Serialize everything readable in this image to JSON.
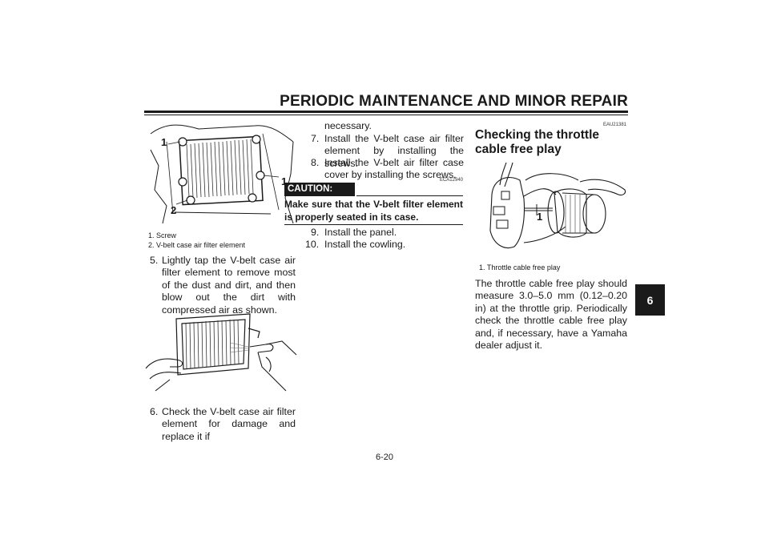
{
  "header": {
    "title": "PERIODIC MAINTENANCE AND MINOR REPAIR"
  },
  "chapter_tab": "6",
  "page_number": "6-20",
  "figure1": {
    "callouts": [
      "1",
      "1",
      "2"
    ],
    "captions": [
      "1. Screw",
      "2. V-belt case air filter element"
    ]
  },
  "steps_left": {
    "step5": {
      "num": "5.",
      "text": "Lightly tap the V-belt case air filter element to remove most of the dust and dirt, and then blow out the dirt with compressed air as shown."
    },
    "step6": {
      "num": "6.",
      "text": "Check the V-belt case air filter element for damage and replace it if"
    }
  },
  "steps_mid": {
    "cont": "necessary.",
    "step7": {
      "num": "7.",
      "text": "Install the V-belt case air filter element by installing the screws."
    },
    "step8": {
      "num": "8.",
      "text": "Install the V-belt air filter case cover by installing the screws."
    },
    "code": "ECA12940",
    "step9": {
      "num": "9.",
      "text": "Install the panel."
    },
    "step10": {
      "num": "10.",
      "text": "Install the cowling."
    }
  },
  "caution": {
    "label": "CAUTION:",
    "text": "Make sure that the V-belt filter element is properly seated in its case."
  },
  "right": {
    "code": "EAU21381",
    "title": "Checking the throttle cable free play",
    "callout": "1",
    "caption": "1. Throttle cable free play",
    "body": "The throttle cable free play should measure 3.0–5.0 mm (0.12–0.20 in) at the throttle grip. Periodically check the throttle cable free play and, if necessary, have a Yamaha dealer adjust it."
  }
}
